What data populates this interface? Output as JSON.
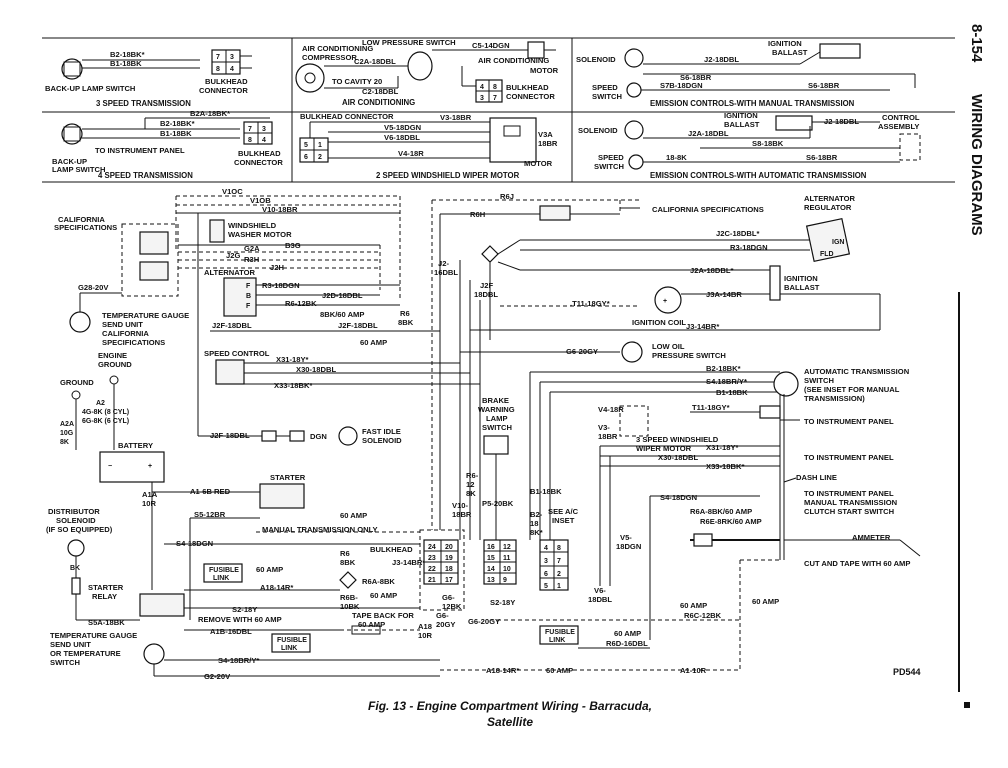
{
  "header": {
    "page_number": "8-154",
    "section_title": "WIRING DIAGRAMS"
  },
  "caption": {
    "line1": "Fig. 13 - Engine Compartment Wiring - Barracuda,",
    "line2": "Satellite"
  },
  "figure_code": "PD544",
  "insets": {
    "three_speed": {
      "w1": "B2-18BK*",
      "w2": "B1-18BK",
      "pins": [
        "7",
        "3",
        "8",
        "4"
      ],
      "switch": "BACK-UP LAMP SWITCH",
      "connector": [
        "BULKHEAD",
        "CONNECTOR"
      ],
      "title": "3 SPEED TRANSMISSION"
    },
    "four_speed": {
      "w1": "B2A-18BK*",
      "w2": "B2-18BK*",
      "w3": "B1-18BK",
      "pins": [
        "7",
        "3",
        "8",
        "4"
      ],
      "instrument": "TO INSTRUMENT PANEL",
      "switch": [
        "BACK-UP",
        "LAMP SWITCH"
      ],
      "connector": [
        "BULKHEAD",
        "CONNECTOR"
      ],
      "title": "4 SPEED TRANSMISSION"
    },
    "air_conditioning": {
      "compressor": [
        "AIR CONDITIONING",
        "COMPRESSOR"
      ],
      "low_pressure": "LOW PRESSURE SWITCH",
      "w1": "C2A-18DBL",
      "w2": "C2-18DBL",
      "w3": "C5-14DGN",
      "cavity": "TO CAVITY 20",
      "motor": [
        "AIR CONDITIONING",
        "MOTOR"
      ],
      "pins": [
        "4",
        "8",
        "3",
        "7"
      ],
      "connector": [
        "BULKHEAD",
        "CONNECTOR"
      ],
      "title": "AIR CONDITIONING"
    },
    "wiper_two_speed": {
      "connector": "BULKHEAD CONNECTOR",
      "pins": [
        "5",
        "1",
        "6",
        "2"
      ],
      "w1": "V3-18BR",
      "w2": "V5-18DGN",
      "w3": "V6-18DBL",
      "w4": "V4-18R",
      "v3a": [
        "V3A",
        "18BR"
      ],
      "motor": "MOTOR",
      "title": "2 SPEED WINDSHIELD WIPER MOTOR"
    },
    "emission_manual": {
      "solenoid": "SOLENOID",
      "ignition": [
        "IGNITION",
        "BALLAST"
      ],
      "w1": "J2-18DBL",
      "w2": "S6-18BR",
      "w3": "S7B-18DGN",
      "w4": "S6-18BR",
      "speed": [
        "SPEED",
        "SWITCH"
      ],
      "title": "EMISSION CONTROLS-WITH MANUAL TRANSMISSION"
    },
    "emission_auto": {
      "ignition": [
        "IGNITION",
        "BALLAST"
      ],
      "w1": "J2-18DBL",
      "control": [
        "CONTROL",
        "ASSEMBLY"
      ],
      "solenoid": "SOLENOID",
      "w2": "J2A-18DBL",
      "w3": "S8-18BK",
      "w4": "S6-18BR",
      "w5": "18-8K",
      "speed": [
        "SPEED",
        "SWITCH"
      ],
      "title": "EMISSION CONTROLS-WITH AUTOMATIC TRANSMISSION"
    }
  },
  "main": {
    "california": [
      "CALIFORNIA",
      "SPECIFICATIONS"
    ],
    "california_right": "CALIFORNIA SPECIFICATIONS",
    "washer": [
      "WINDSHIELD",
      "WASHER MOTOR"
    ],
    "alternator": "ALTERNATOR",
    "alt_terminals": [
      "F",
      "B",
      "F"
    ],
    "regulator": [
      "ALTERNATOR",
      "REGULATOR"
    ],
    "reg_terminals": [
      "IGN",
      "FLD"
    ],
    "ignition_ballast": [
      "IGNITION",
      "BALLAST"
    ],
    "ignition_coil": "IGNITION COIL",
    "low_oil": [
      "LOW OIL",
      "PRESSURE SWITCH"
    ],
    "temp_gauge_ca": [
      "TEMPERATURE GAUGE",
      "SEND UNIT",
      "CALIFORNIA",
      "SPECIFICATIONS"
    ],
    "engine_ground": [
      "ENGINE",
      "GROUND"
    ],
    "ground": "GROUND",
    "speed_control": "SPEED CONTROL",
    "battery": "BATTERY",
    "starter": "STARTER",
    "fast_idle": [
      "FAST IDLE",
      "SOLENOID"
    ],
    "brake_switch": [
      "BRAKE",
      "WARNING",
      "LAMP",
      "SWITCH"
    ],
    "see_ac": [
      "SEE A/C",
      "INSET"
    ],
    "wiper_3speed": [
      "3 SPEED WINDSHIELD",
      "WIPER MOTOR"
    ],
    "auto_trans": [
      "AUTOMATIC TRANSMISSION",
      "SWITCH",
      "(SEE INSET FOR MANUAL",
      "TRANSMISSION)"
    ],
    "instr_panel_1": "TO INSTRUMENT PANEL",
    "instr_panel_2": "TO INSTRUMENT PANEL",
    "dash_line": "DASH LINE",
    "instr_manual": [
      "TO INSTRUMENT PANEL",
      "MANUAL TRANSMISSION",
      "CLUTCH START SWITCH"
    ],
    "ammeter": "AMMETER",
    "cut_tape": "CUT AND TAPE WITH 60 AMP",
    "distributor": [
      "DISTRIBUTOR",
      "SOLENOID",
      "(IF SO EQUIPPED)"
    ],
    "starter_relay": [
      "STARTER",
      "RELAY"
    ],
    "temp_gauge": [
      "TEMPERATURE GAUGE",
      "SEND UNIT",
      "OR TEMPERATURE",
      "SWITCH"
    ],
    "bulkhead": "BULKHEAD",
    "fusible_link": [
      "FUSIBLE",
      "LINK"
    ],
    "manual_only": "MANUAL TRANSMISSION ONLY",
    "remove_60": "REMOVE WITH 60 AMP",
    "tape_back": [
      "TAPE BACK FOR",
      "60 AMP"
    ],
    "bulkhead_pins_left": [
      "24",
      "20",
      "23",
      "19",
      "22",
      "18",
      "21",
      "17"
    ],
    "bulkhead_pins_mid": [
      "16",
      "12",
      "15",
      "11",
      "14",
      "10",
      "13",
      "9"
    ],
    "bulkhead_pins_right": [
      "4",
      "8",
      "3",
      "7",
      "6",
      "2",
      "5",
      "1"
    ],
    "wires": {
      "v1oc": "V1OC",
      "v1ob": "V1OB",
      "v10_18br": "V10-18BR",
      "b3g": "B3G",
      "g2a": "G2A",
      "r3h": "R3H",
      "j2g": "J2G",
      "j2h": "J2H",
      "r6j": "R6J",
      "r6h": "R6H",
      "j2c": "J2C-18DBL*",
      "r3_18dgn": "R3-18DGN",
      "j2_16dbl": [
        "J2-",
        "16DBL"
      ],
      "j2f_18dbl": [
        "J2F",
        "18DBL"
      ],
      "j2a": "J2A-18DBL*",
      "j3a": "J3A-14BR",
      "t11": ".T11-18GY*",
      "j3_14br": "J3-14BR*",
      "g28": "G28-20V",
      "r3_alt": "R3-18DGN",
      "j2d": "J2D-18DBL",
      "r6_12bk": "R6-12BK",
      "bk_60": "8BK/60 AMP",
      "j2f_alt": "J2F-18DBL",
      "r6_8bk": [
        "R6",
        "8BK"
      ],
      "j2f_main": "J2F-18DBL",
      "amp60_1": "60 AMP",
      "g6_20gy": "G6-20GY",
      "x31": "X31-18Y*",
      "x30": "X30-18DBL",
      "x33": "X33-18BK*",
      "a2": [
        "A2",
        "4G-8K (8 CYL)",
        "6G-8K (6 CYL)"
      ],
      "a2a": [
        "A2A",
        "10G",
        "8K"
      ],
      "j2f_fast": "J2F-18DBL",
      "dgn": "DGN",
      "b2_auto": "B2-18BK*",
      "s4_auto": "S4.18BR/Y*",
      "b1_auto": "B1-18BK",
      "t11_auto": "T11-18GY*",
      "v4_18r": "V4-18R",
      "v3_18br": [
        "V3-",
        "18BR"
      ],
      "x31_r": "X31-18Y*",
      "x30_r": "X30-18DBL",
      "x33_r": "X33-18BK*",
      "a1_6b": "A1-6B RED",
      "a1a": [
        "A1A",
        "10R"
      ],
      "s5_12br": "S5-12BR",
      "amp60_2": "60 AMP",
      "s4_18dgn": "S4-18DGN",
      "r6_12_8k": [
        "R6-",
        "12",
        "8K"
      ],
      "v10_18br_mid": [
        "V10-",
        "18BR"
      ],
      "p5_20bk": "P5-20BK",
      "b1_18bk": "B1-18BK",
      "b2_18_8k": [
        "B2-",
        "18",
        "8K*"
      ],
      "v5_18dgn": [
        "V5-",
        "18DGN"
      ],
      "v6_18dbl": [
        "V6-",
        "18DBL"
      ],
      "s4_right": "S4-18DGN",
      "r6a_right": "R6A-8BK/60 AMP",
      "r6e": "R6E-8RK/60 AMP",
      "r6_bk": [
        "R6",
        "8BK"
      ],
      "r6a": "R6A-8BK",
      "a60_3": "60 AMP",
      "a18_14r": "A18-14R*",
      "r6b": [
        "R6B-",
        "10BK"
      ],
      "a60_4": "60 AMP",
      "s2_18y": "S2-18Y",
      "a1b": "A1B-16DBL",
      "s4_18br": "S4-18BR/Y*",
      "g2_20v": "G2-20V",
      "s5a": "S5A-18BK",
      "g6_12bk": [
        "G6-",
        "12BK"
      ],
      "g6_20gy2": [
        "G6-",
        "20GY"
      ],
      "s2_18y_mid": "S2-18Y",
      "g6_20gy_b": "G6-20GY",
      "a18_mid": [
        "A18",
        "10R"
      ],
      "a60_5": "60 AMP",
      "r6c": "R6C-12BK",
      "a60_6": "60 AMP",
      "r6d": "R6D-16DBL",
      "a18_bot": "A18-14R*",
      "a60_7": "60 AMP",
      "a1_10r": "A1-10R",
      "a60_8": "60 AMP"
    }
  }
}
